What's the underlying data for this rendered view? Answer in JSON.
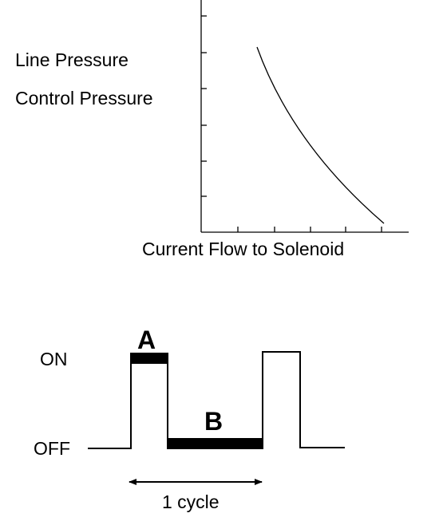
{
  "pressure_graph": {
    "y_labels": [
      "Line Pressure",
      "Control Pressure"
    ],
    "x_label": "Current Flow to Solenoid"
  },
  "duty_cycle": {
    "on_label": "ON",
    "off_label": "OFF",
    "marker_a": "A",
    "marker_b": "B",
    "cycle_label": "1 cycle"
  },
  "colors": {
    "ink": "#000000",
    "background": "#ffffff"
  }
}
